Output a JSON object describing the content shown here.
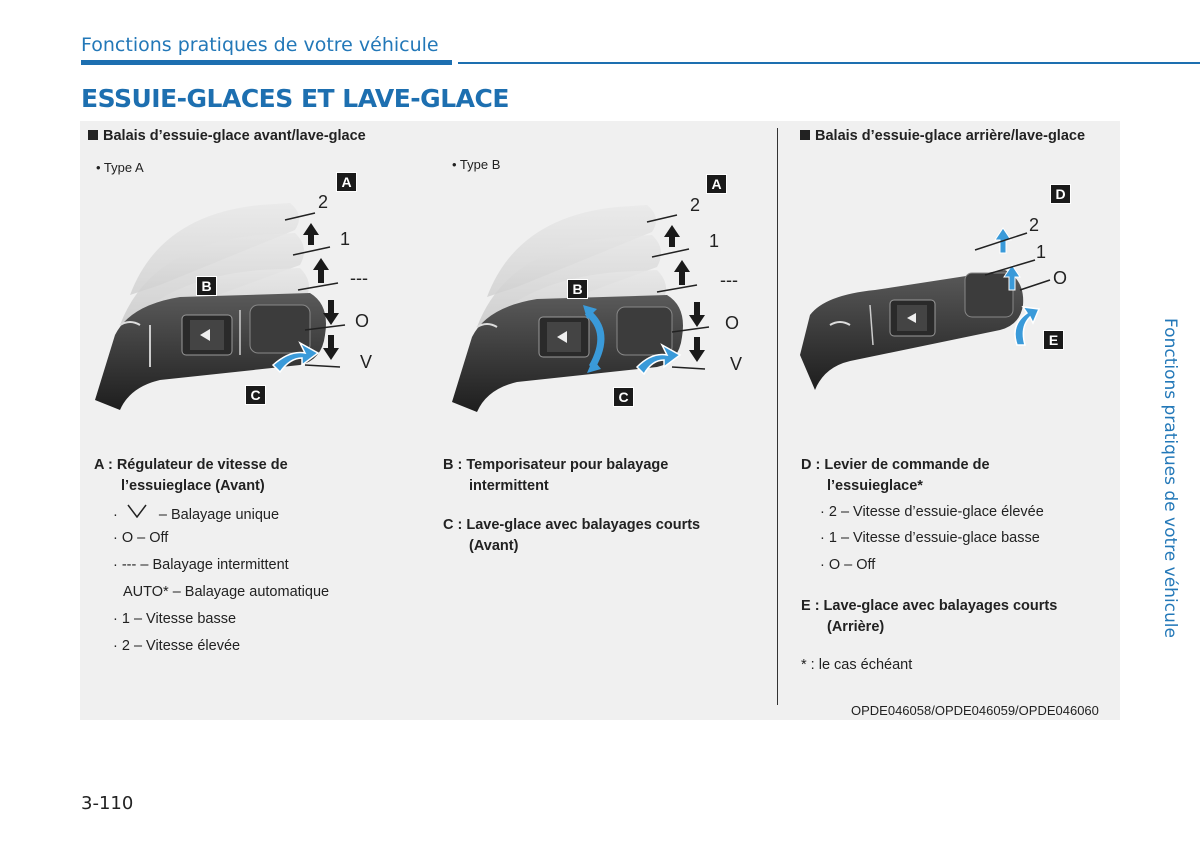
{
  "header": {
    "section_title": "Fonctions pratiques de votre véhicule"
  },
  "title": "ESSUIE-GLACES ET LAVE-GLACE",
  "sections": {
    "front": {
      "heading": "Balais d’essuie-glace avant/lave-glace",
      "type_a": "• Type A",
      "type_b": "• Type B"
    },
    "rear": {
      "heading": "Balais d’essuie-glace arrière/lave-glace"
    }
  },
  "labels": {
    "A": "A",
    "B": "B",
    "C": "C",
    "D": "D",
    "E": "E",
    "pos2": "2",
    "pos1": "1",
    "posdash": "---",
    "posO": "O",
    "posV": "V"
  },
  "descriptions": {
    "a_head_1": "A : Régulateur de vitesse de",
    "a_head_2": "l’essuieglace (Avant)",
    "a_items": [
      "– Balayage unique",
      "· O – Off",
      "· --- – Balayage intermittent",
      "AUTO* – Balayage automatique",
      "· 1 – Vitesse basse",
      "· 2 – Vitesse élevée"
    ],
    "a_bullet": "·",
    "b_head_1": "B : Temporisateur pour balayage",
    "b_head_2": "intermittent",
    "c_head_1": "C : Lave-glace avec balayages courts",
    "c_head_2": "(Avant)",
    "d_head_1": "D : Levier de commande de",
    "d_head_2": "l’essuieglace*",
    "d_items": [
      "· 2 – Vitesse d’essuie-glace élevée",
      "· 1 – Vitesse d’essuie-glace basse",
      "· O – Off"
    ],
    "e_head_1": "E : Lave-glace avec balayages courts",
    "e_head_2": "(Arrière)",
    "footnote": "* : le cas échéant"
  },
  "image_code": "OPDE046058/OPDE046059/OPDE046060",
  "page_number": "3-110",
  "side_tab": "Fonctions pratiques de votre véhicule",
  "colors": {
    "accent": "#1d6fb0",
    "panel": "#f0f0f0",
    "arrow_blue": "#3a9ad9"
  }
}
